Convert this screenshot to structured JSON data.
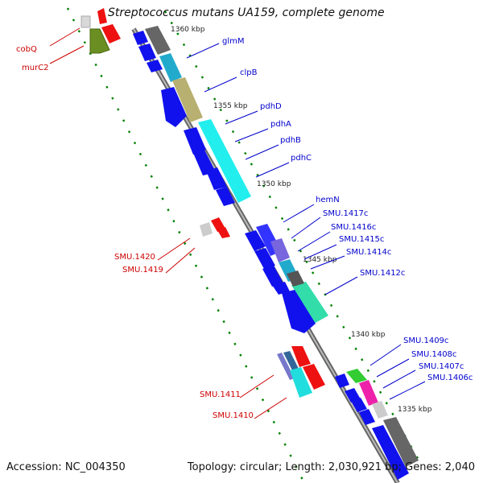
{
  "title": "Streptococcus mutans UA159, complete genome",
  "footer": {
    "accession": "Accession: NC_004350",
    "summary": "Topology: circular; Length: 2,030,921 bp; Genes: 2,040"
  },
  "colors": {
    "gene_label_forward": "#0000cc",
    "gene_label_reverse": "#cc0000",
    "ruler": "#006600",
    "backbone": "#888888"
  },
  "ticks": [
    {
      "label": "1360 kbp",
      "pos": 1360
    },
    {
      "label": "1355 kbp",
      "pos": 1355
    },
    {
      "label": "1350 kbp",
      "pos": 1350
    },
    {
      "label": "1345 kbp",
      "pos": 1345
    },
    {
      "label": "1340 kbp",
      "pos": 1340
    },
    {
      "label": "1335 kbp",
      "pos": 1335
    }
  ],
  "gene_labels": [
    {
      "text": "cobQ",
      "strand": "reverse"
    },
    {
      "text": "murC2",
      "strand": "reverse"
    },
    {
      "text": "glmM",
      "strand": "forward"
    },
    {
      "text": "clpB",
      "strand": "forward"
    },
    {
      "text": "pdhD",
      "strand": "forward"
    },
    {
      "text": "pdhA",
      "strand": "forward"
    },
    {
      "text": "pdhB",
      "strand": "forward"
    },
    {
      "text": "pdhC",
      "strand": "forward"
    },
    {
      "text": "hemN",
      "strand": "forward"
    },
    {
      "text": "SMU.1417c",
      "strand": "forward"
    },
    {
      "text": "SMU.1416c",
      "strand": "forward"
    },
    {
      "text": "SMU.1415c",
      "strand": "forward"
    },
    {
      "text": "SMU.1414c",
      "strand": "forward"
    },
    {
      "text": "SMU.1412c",
      "strand": "forward"
    },
    {
      "text": "SMU.1420",
      "strand": "reverse"
    },
    {
      "text": "SMU.1419",
      "strand": "reverse"
    },
    {
      "text": "SMU.1409c",
      "strand": "forward"
    },
    {
      "text": "SMU.1408c",
      "strand": "forward"
    },
    {
      "text": "SMU.1407c",
      "strand": "forward"
    },
    {
      "text": "SMU.1406c",
      "strand": "forward"
    },
    {
      "text": "SMU.1411",
      "strand": "reverse"
    },
    {
      "text": "SMU.1410",
      "strand": "reverse"
    }
  ]
}
